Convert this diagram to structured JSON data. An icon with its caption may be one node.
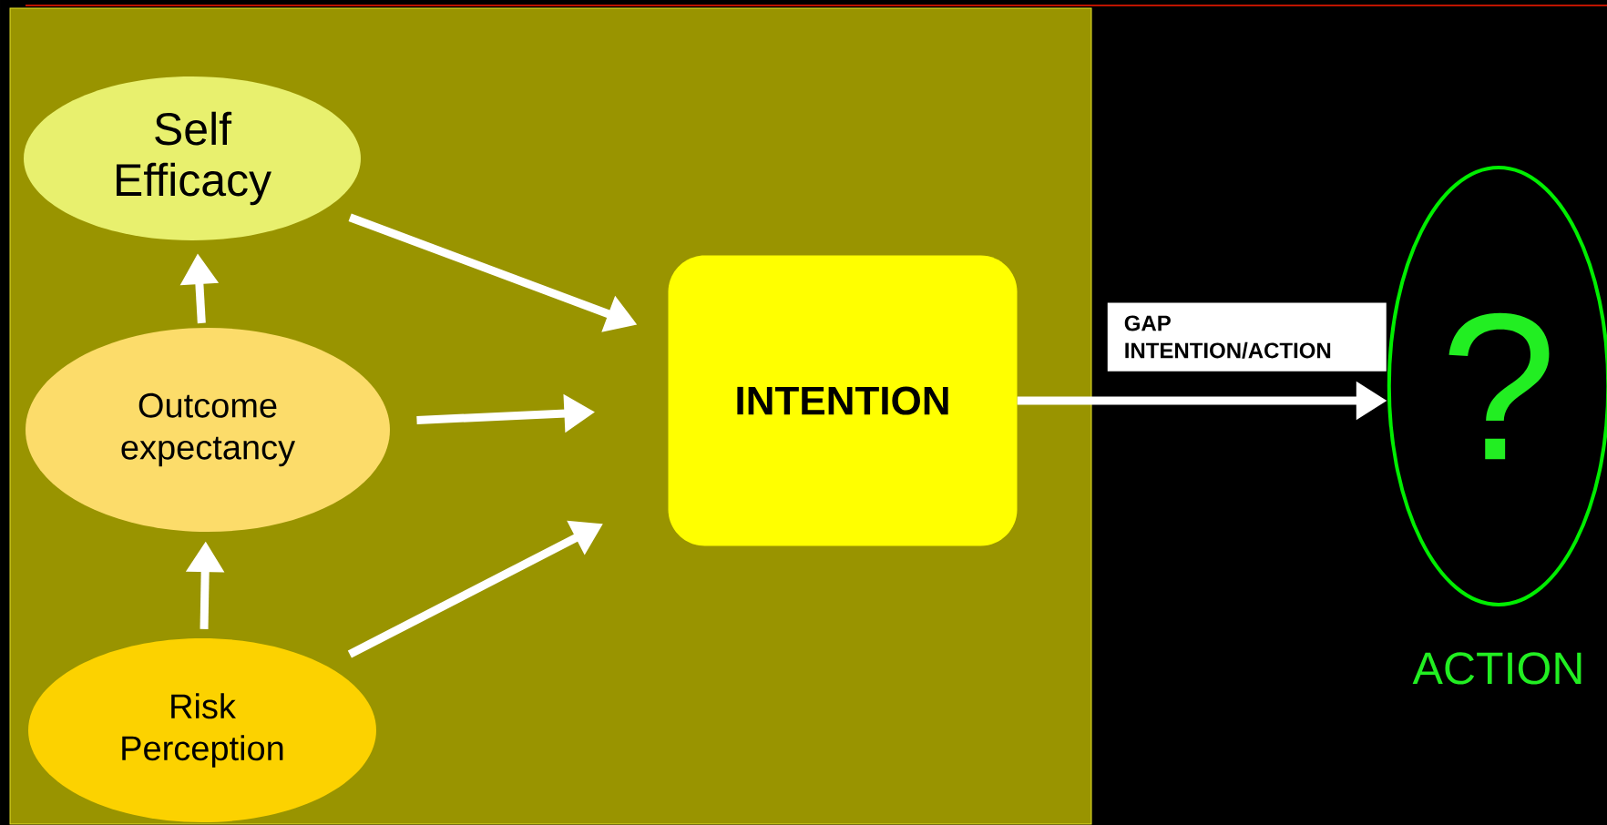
{
  "diagram": {
    "nodes": [
      {
        "text": [
          "Self Efficacy"
        ]
      },
      {
        "text": [
          "Outcome expectancy"
        ]
      },
      {
        "text": [
          "Risk Perception"
        ]
      },
      {
        "text": [
          "INTENTION"
        ]
      },
      {
        "text": [
          "?"
        ],
        "beside": [
          "ACTION"
        ]
      }
    ],
    "edges": [
      {
        "from": 1,
        "to": 0,
        "arrow": "to"
      },
      {
        "from": 2,
        "to": 1,
        "arrow": "to"
      },
      {
        "from": 0,
        "to": 3,
        "arrow": "to"
      },
      {
        "from": 1,
        "to": 3,
        "arrow": "to"
      },
      {
        "from": 2,
        "to": 3,
        "arrow": "to"
      },
      {
        "from": 3,
        "to": 4,
        "arrow": "to",
        "label": "GAP INTENTION/ACTION"
      }
    ]
  }
}
